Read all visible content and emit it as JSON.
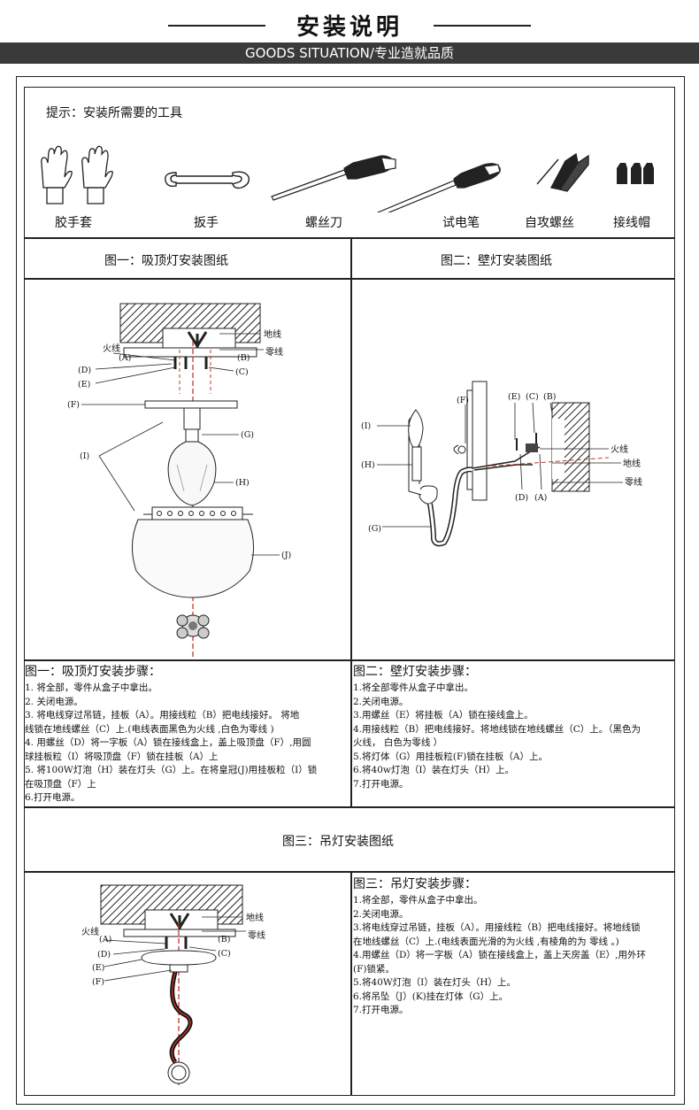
{
  "header": {
    "title": "安装说明",
    "banner": "GOODS SITUATION/专业造就品质"
  },
  "tools": {
    "hint": "提示：安装所需要的工具",
    "items": [
      "胶手套",
      "扳手",
      "螺丝刀",
      "试电笔",
      "自攻螺丝",
      "接线帽"
    ]
  },
  "sections": {
    "fig1_title": "图一：吸顶灯安装图纸",
    "fig2_title": "图二：壁灯安装图纸",
    "fig3_title": "图三：吊灯安装图纸"
  },
  "fig1_labels": {
    "fire": "火线",
    "ground": "地线",
    "zero": "零线",
    "A": "(A)",
    "B": "(B)",
    "C": "(C)",
    "D": "(D)",
    "E": "(E)",
    "F": "(F)",
    "G": "(G)",
    "H": "(H)",
    "I": "(I)",
    "J": "(J)"
  },
  "fig2_labels": {
    "fire": "火线",
    "ground": "地线",
    "zero": "零线",
    "A": "(A)",
    "B": "(B)",
    "C": "(C)",
    "D": "(D)",
    "E": "(E)",
    "F": "(F)",
    "G": "(G)",
    "H": "(H)",
    "I": "(I)"
  },
  "fig3_labels": {
    "fire": "火线",
    "ground": "地线",
    "zero": "零线",
    "A": "(A)",
    "B": "(B)",
    "C": "(C)",
    "D": "(D)",
    "E": "(E)",
    "F": "(F)"
  },
  "steps1": {
    "head": "图一：吸顶灯安装步骤：",
    "lines": [
      "1. 将全部，零件从盒子中拿出。",
      "2. 关闭电源。",
      "3. 将电线穿过吊链，挂板（A）。用接线粒（B）把电线接好。    将地",
      "线锁在地线螺丝（C）上.(电线表面黑色为火线 ,白色为零线   )",
      "4. 用螺丝（D）将一字板（A）锁在接线盒上，盖上吸顶盘（F）,用圆",
      "球挂板粒（I）将吸顶盘（F）锁在挂板（A）上",
      "5. 将100W灯泡（H）装在灯头（G）上。在将皇冠(J)用挂板粒（I）锁",
      "在吸顶盘（F）上",
      "6.打开电源。"
    ]
  },
  "steps2": {
    "head": "图二：壁灯安装步骤：",
    "lines": [
      "1.将全部零件从盒子中拿出。",
      "2.关闭电源。",
      "3.用螺丝（E）将挂板（A）锁在接线盒上。",
      "4.用接线粒（B）把电线接好。将地线锁在地线螺丝（C）上。（黑色为",
      "火线，  白色为零线  ）",
      "5.将灯体（G）用挂板粒(F)锁在挂板（A）上。",
      "6.将40w灯泡（I）装在灯头（H）上。",
      "7.打开电源。"
    ]
  },
  "steps3": {
    "head": "图三：吊灯安装步骤：",
    "lines": [
      "1.将全部，零件从盒子中拿出。",
      "2.关闭电源。",
      "3.将电线穿过吊链，挂板（A）。用接线粒（B）把电线接好。将地线锁",
      "在地线螺丝（C）上.(电线表面光滑的为火线 ,有棱角的为 零线 。)",
      "4.用螺丝（D）将一字板（A）锁在接线盒上，盖上天房盖（E）,用外环",
      "(F)锁紧。",
      "5.将40W灯泡（I）装在灯头（H）上。",
      "6.将吊坠（J）(K)挂在灯体（G）上。",
      "7.打开电源。"
    ]
  },
  "colors": {
    "banner": "#3a3a3a",
    "center_line": "#c0392b",
    "ink": "#111111"
  }
}
